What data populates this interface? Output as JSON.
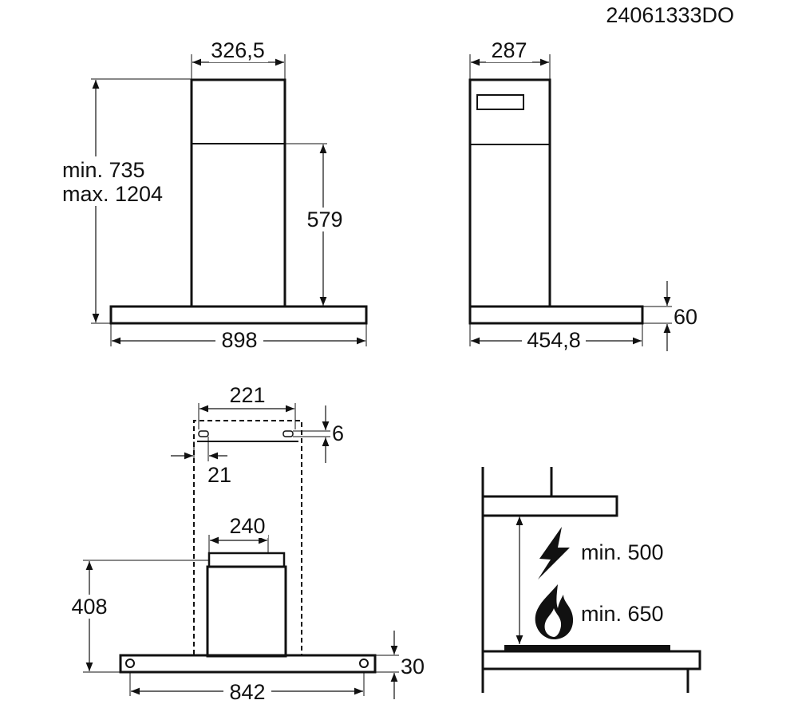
{
  "doc_code": "24061333DO",
  "front_view": {
    "chimney_width": "326,5",
    "height_min": "min. 735",
    "height_max": "max. 1204",
    "chimney_upper_height": "579",
    "hood_width": "898"
  },
  "side_view": {
    "chimney_depth": "287",
    "hood_depth": "454,8",
    "hood_thickness": "60"
  },
  "mounting_view": {
    "bracket_span": "221",
    "slot_height": "6",
    "slot_offset": "21",
    "outlet_width": "240",
    "height": "408",
    "hole_span": "842",
    "canopy_thickness": "30"
  },
  "clearance_view": {
    "electric_min": "min. 500",
    "gas_min": "min. 650"
  },
  "colors": {
    "line": "#111111",
    "background": "#ffffff"
  },
  "icons": [
    "lightning-icon",
    "flame-icon"
  ]
}
